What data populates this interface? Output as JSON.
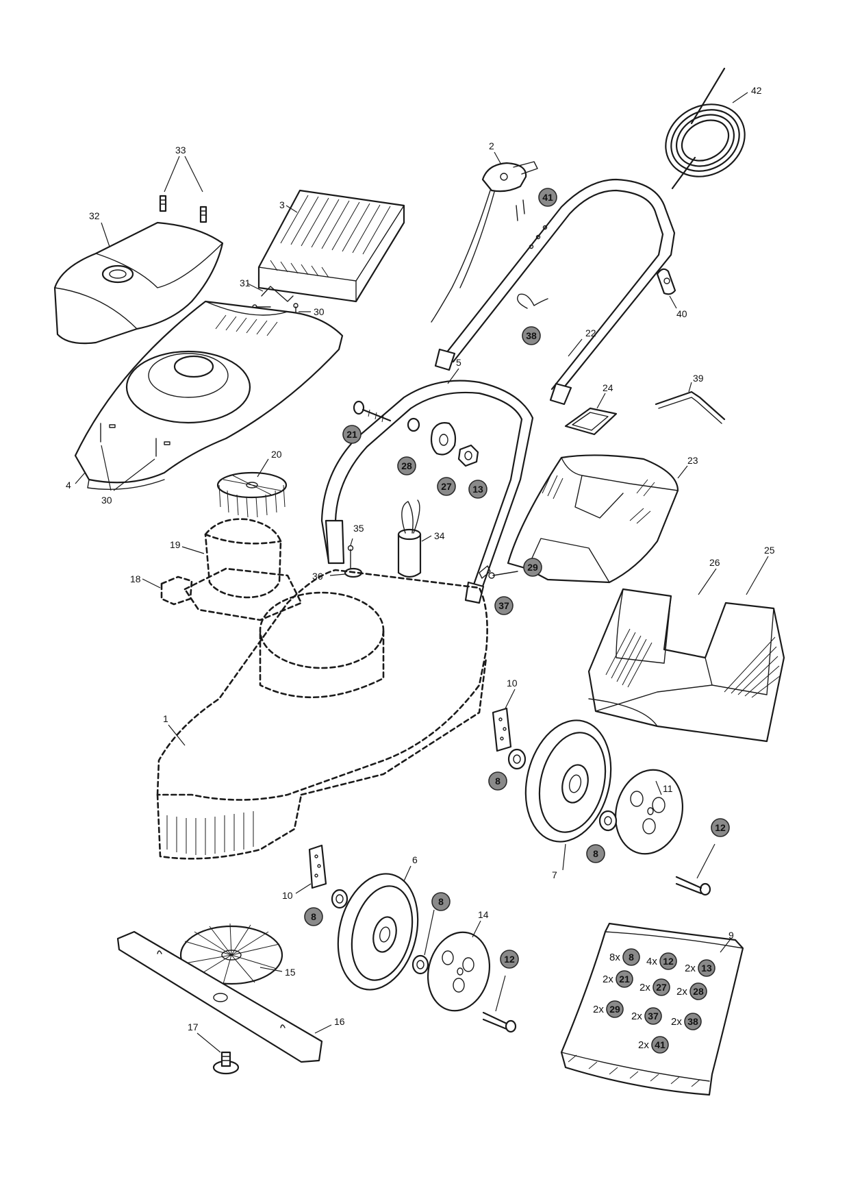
{
  "labels": {
    "p1": "1",
    "p2": "2",
    "p3": "3",
    "p4": "4",
    "p5": "5",
    "p6": "6",
    "p7": "7",
    "p9": "9",
    "p10a": "10",
    "p10b": "10",
    "p11": "11",
    "p14": "14",
    "p15": "15",
    "p16": "16",
    "p17": "17",
    "p18": "18",
    "p19": "19",
    "p20": "20",
    "p22": "22",
    "p23": "23",
    "p24": "24",
    "p25": "25",
    "p26": "26",
    "p30a": "30",
    "p30b": "30",
    "p31": "31",
    "p32": "32",
    "p33": "33",
    "p34": "34",
    "p35": "35",
    "p36": "36",
    "p39": "39",
    "p40": "40",
    "p42": "42"
  },
  "badges": {
    "b41a": "41",
    "b38a": "38",
    "b21a": "21",
    "b28a": "28",
    "b27a": "27",
    "b13a": "13",
    "b29a": "29",
    "b37a": "37",
    "b8a": "8",
    "b8b": "8",
    "b8c": "8",
    "b8d": "8",
    "b12a": "12",
    "b12b": "12"
  },
  "kit": [
    {
      "qty": "8x",
      "part": "8"
    },
    {
      "qty": "4x",
      "part": "12"
    },
    {
      "qty": "2x",
      "part": "13"
    },
    {
      "qty": "2x",
      "part": "21"
    },
    {
      "qty": "2x",
      "part": "27"
    },
    {
      "qty": "2x",
      "part": "28"
    },
    {
      "qty": "2x",
      "part": "29"
    },
    {
      "qty": "2x",
      "part": "37"
    },
    {
      "qty": "2x",
      "part": "38"
    },
    {
      "qty": "2x",
      "part": "41"
    }
  ],
  "colors": {
    "line": "#1a1a1a",
    "badge_fill": "#8a8a8a",
    "background": "#ffffff"
  }
}
